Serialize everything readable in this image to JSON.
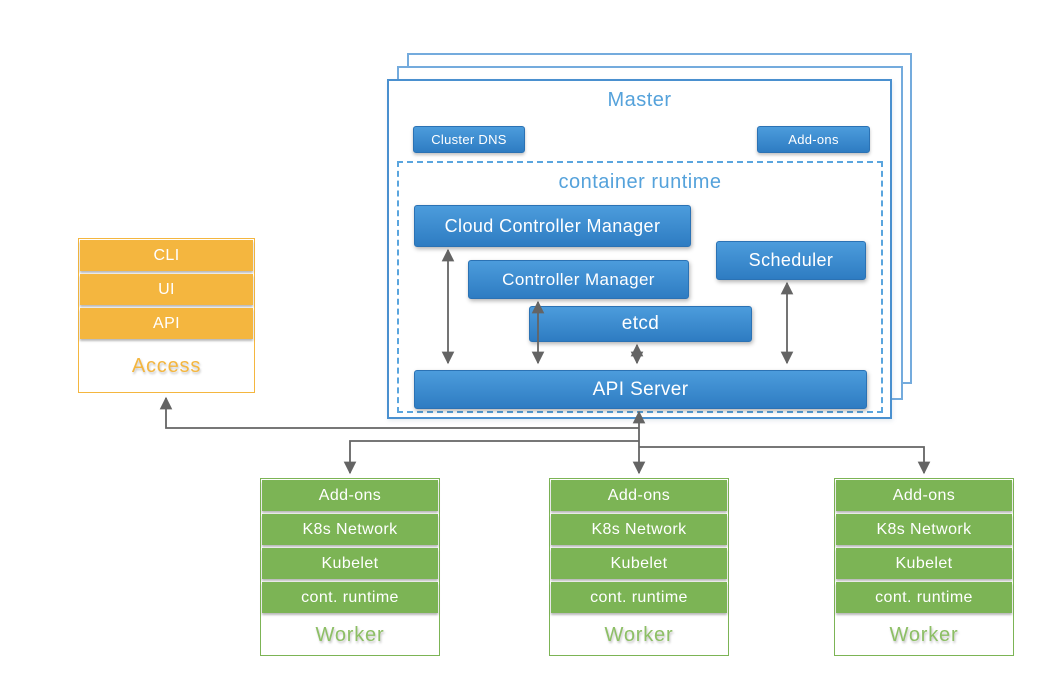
{
  "colors": {
    "blue-fill-top": "#4C9CDC",
    "blue-fill-bottom": "#2E7CC2",
    "blue-border": "#2B72B4",
    "blue-frame": "#4A90CF",
    "blue-frame-light": "#74ABDD",
    "blue-dash": "#5AA5DE",
    "blue-title": "#55A2DB",
    "orange": "#F4B63F",
    "green": "#7CB455",
    "green-label": "#8DBF65",
    "arrow-gray": "#646464"
  },
  "master": {
    "title": "Master",
    "buttons": {
      "cluster_dns": "Cluster DNS",
      "addons": "Add-ons"
    },
    "container_runtime": {
      "title": "container runtime",
      "cloud_controller_manager": "Cloud Controller Manager",
      "controller_manager": "Controller Manager",
      "etcd": "etcd",
      "scheduler": "Scheduler",
      "api_server": "API Server"
    }
  },
  "access": {
    "rows": [
      "CLI",
      "UI",
      "API"
    ],
    "label": "Access"
  },
  "workers": {
    "rows": [
      "Add-ons",
      "K8s Network",
      "Kubelet",
      "cont. runtime"
    ],
    "label": "Worker"
  }
}
